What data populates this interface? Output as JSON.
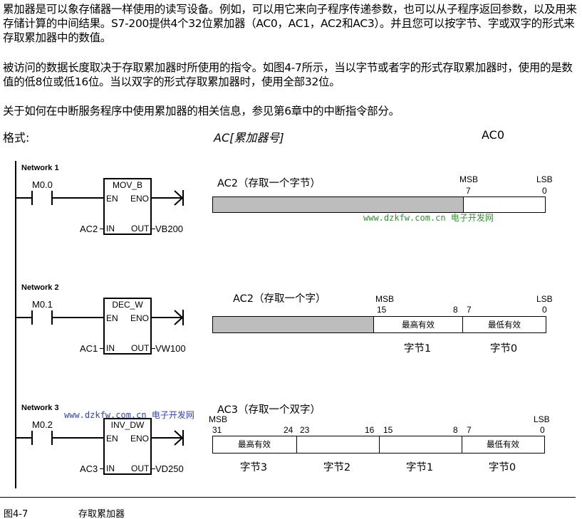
{
  "paragraphs": [
    "累加器是可以象存储器一样使用的读写设备。例如，可以用它来向子程序传递参数，也可以从子程序返回参数，以及用来存储计算的中间结果。S7-200提供4个32位累加器（AC0，AC1，AC2和AC3）。并且您可以按字节、字或双字的形式来存取累加器中的数值。",
    "被访问的数据长度取决于存取累加器时所使用的指令。如图4-7所示，当以字节或者字的形式存取累加器时，使用的是数值的低8位或低16位。当以双字的形式存取累加器时，使用全部32位。",
    "关于如何在中断服务程序中使用累加器的相关信息，参见第6章中的中断指令部分。"
  ],
  "format": {
    "label": "格式:",
    "syntax": "AC[累加器号]",
    "example": "AC0"
  },
  "networks": [
    {
      "title": "Network 1",
      "contact": "M0.0",
      "box": "MOV_B",
      "en": "EN",
      "eno": "ENO",
      "in_label": "IN",
      "out_label": "OUT",
      "input": "AC2",
      "output": "VB200"
    },
    {
      "title": "Network 2",
      "contact": "M0.1",
      "box": "DEC_W",
      "en": "EN",
      "eno": "ENO",
      "in_label": "IN",
      "out_label": "OUT",
      "input": "AC1",
      "output": "VW100"
    },
    {
      "title": "Network 3",
      "contact": "M0.2",
      "box": "INV_DW",
      "en": "EN",
      "eno": "ENO",
      "in_label": "IN",
      "out_label": "OUT",
      "input": "AC3",
      "output": "VD250"
    }
  ],
  "diagrams": {
    "byte": {
      "title": "AC2（存取一个字节）",
      "msb": "MSB",
      "lsb": "LSB",
      "b_hi": "7",
      "b_lo": "0"
    },
    "word": {
      "title": "AC2（存取一个字）",
      "msb": "MSB",
      "lsb": "LSB",
      "bits": [
        "15",
        "8",
        "7",
        "0"
      ],
      "cells": [
        "最高有效",
        "最低有效"
      ],
      "bytes": [
        "字节1",
        "字节0"
      ]
    },
    "dword": {
      "title": "AC3（存取一个双字）",
      "msb": "MSB",
      "lsb": "LSB",
      "bits": [
        "31",
        "24",
        "23",
        "16",
        "15",
        "8",
        "7",
        "0"
      ],
      "cells": [
        "最高有效",
        "",
        "",
        "最低有效"
      ],
      "bytes": [
        "字节3",
        "字节2",
        "字节1",
        "字节0"
      ]
    }
  },
  "watermark": {
    "url": "www.dzkfw.com.cn",
    "name": "电子开发网"
  },
  "caption": {
    "number": "图4-7",
    "title": "存取累加器"
  },
  "colors": {
    "gray_fill": "#bdbdbd",
    "watermark_green": "#2a9a2a",
    "watermark_blue": "#2f3fd0"
  }
}
